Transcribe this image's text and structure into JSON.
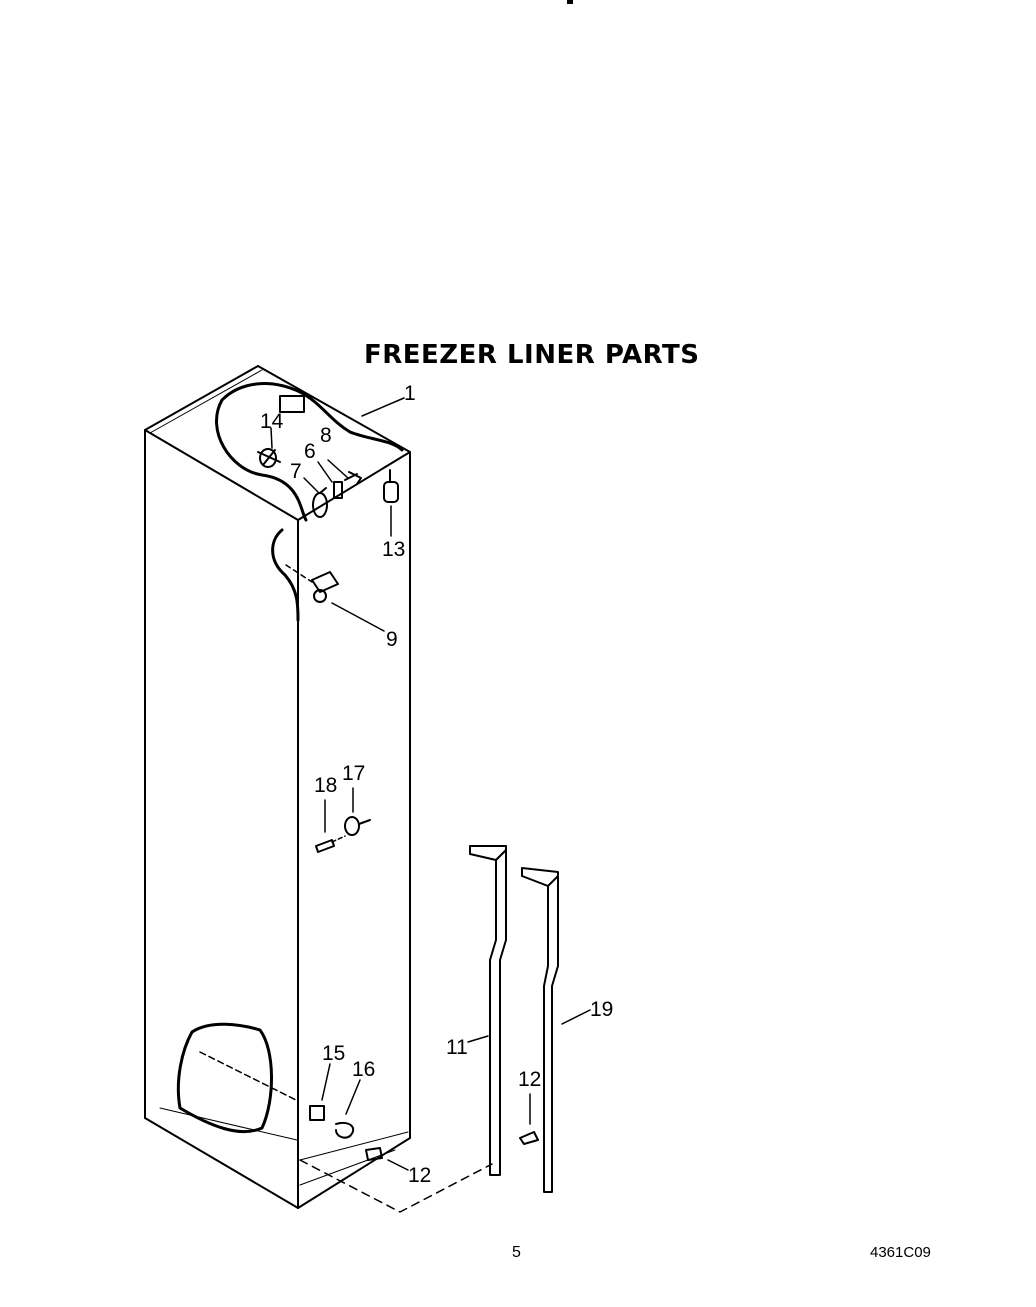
{
  "title": "FREEZER LINER PARTS",
  "page_number": "5",
  "document_number": "4361C09",
  "callouts": [
    {
      "id": "1",
      "label": "1"
    },
    {
      "id": "14",
      "label": "14"
    },
    {
      "id": "8",
      "label": "8"
    },
    {
      "id": "6",
      "label": "6"
    },
    {
      "id": "7",
      "label": "7"
    },
    {
      "id": "13",
      "label": "13"
    },
    {
      "id": "9",
      "label": "9"
    },
    {
      "id": "17",
      "label": "17"
    },
    {
      "id": "18",
      "label": "18"
    },
    {
      "id": "11",
      "label": "11"
    },
    {
      "id": "19",
      "label": "19"
    },
    {
      "id": "12a",
      "label": "12"
    },
    {
      "id": "15",
      "label": "15"
    },
    {
      "id": "16",
      "label": "16"
    },
    {
      "id": "12b",
      "label": "12"
    }
  ]
}
